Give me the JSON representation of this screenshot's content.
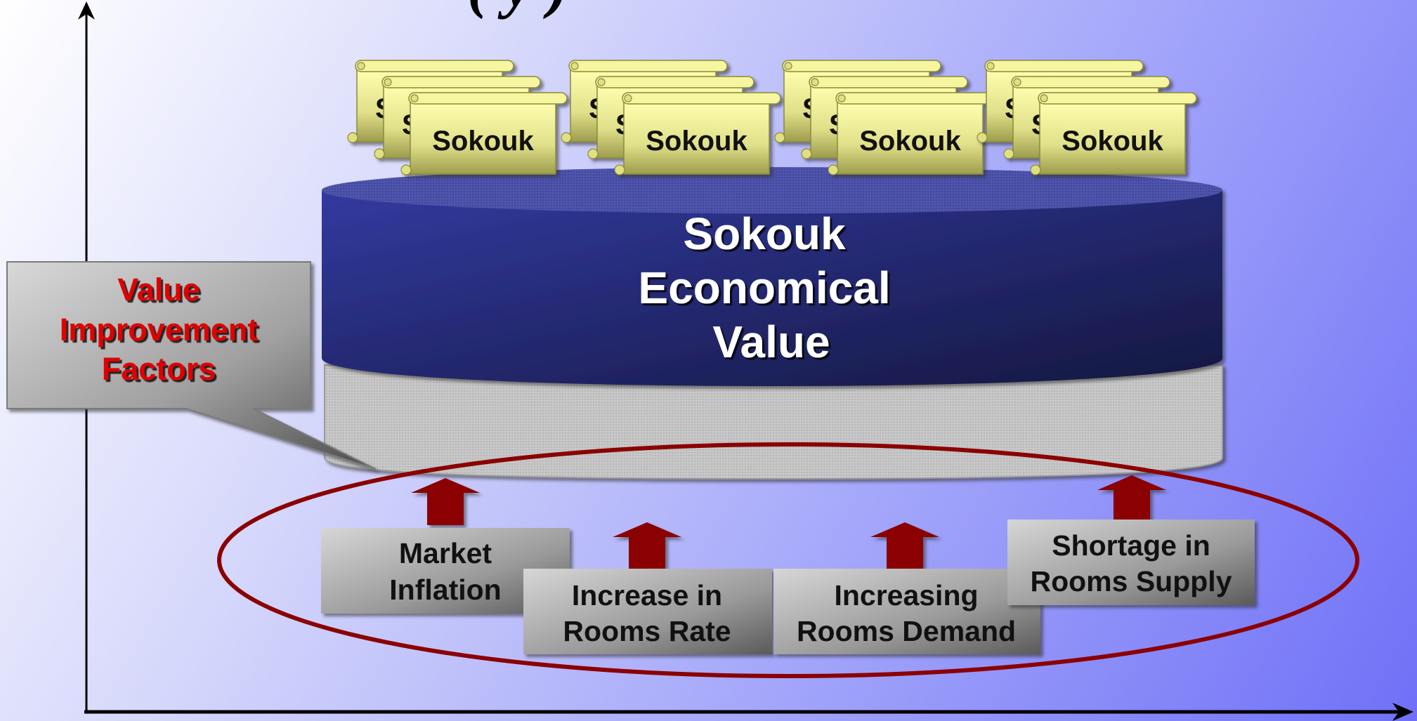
{
  "title_fragment": "(          y            )",
  "scrolls": [
    {
      "label": "Sokouk"
    },
    {
      "label": "Sokouk"
    },
    {
      "label": "Sokouk"
    },
    {
      "label": "Sokouk"
    }
  ],
  "scroll_partial_letter": "S",
  "cylinder": {
    "line1": "Sokouk",
    "line2": "Economical",
    "line3": "Value",
    "top_color": "#4a4fa3",
    "body_color": "#262a7a",
    "base_color": "#bfbfbf"
  },
  "callout": {
    "line1": "Value",
    "line2": "Improvement",
    "line3": "Factors",
    "text_color": "#e00000"
  },
  "factors": [
    {
      "line1": "Market",
      "line2": "Inflation"
    },
    {
      "line1": "Increase in",
      "line2": "Rooms Rate"
    },
    {
      "line1": "Increasing",
      "line2": "Rooms Demand"
    },
    {
      "line1": "Shortage in",
      "line2": "Rooms Supply"
    }
  ],
  "colors": {
    "arrow": "#8b0000",
    "ellipse": "#8b0000",
    "scroll_fill": "#e8e88a"
  }
}
